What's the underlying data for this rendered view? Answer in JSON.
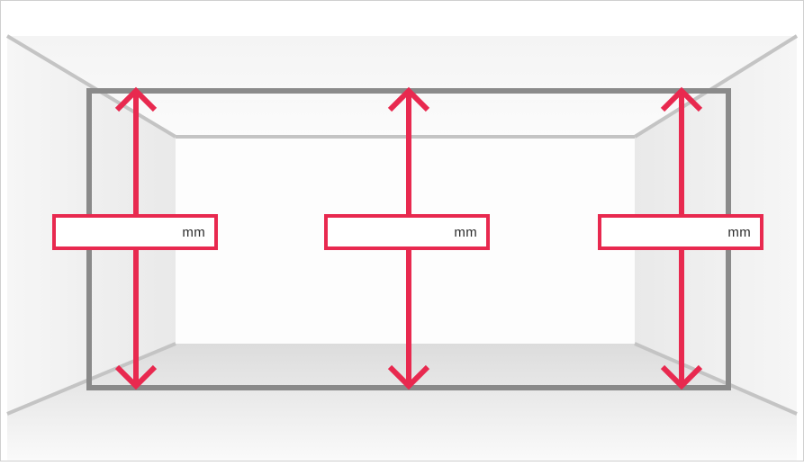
{
  "measurements": [
    {
      "value": "",
      "unit": "mm"
    },
    {
      "value": "",
      "unit": "mm"
    },
    {
      "value": "",
      "unit": "mm"
    }
  ],
  "colors": {
    "accent": "#e8294f",
    "wall_outline": "#8a8a8a",
    "background": "#ffffff"
  }
}
